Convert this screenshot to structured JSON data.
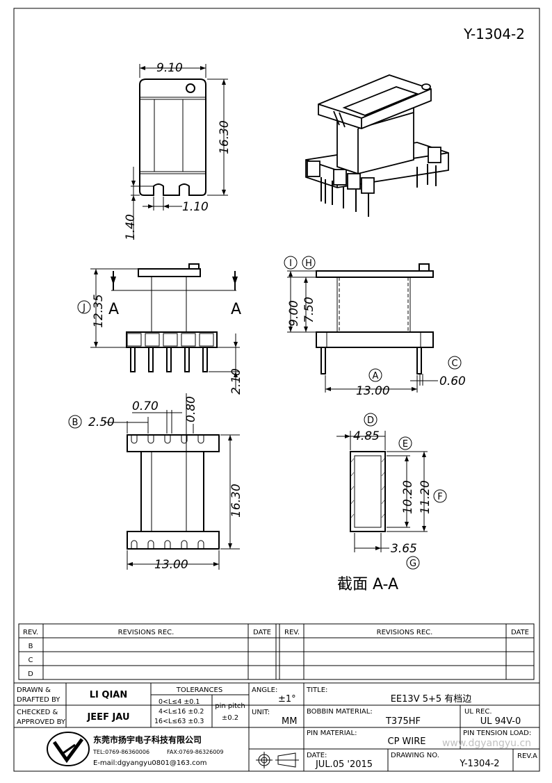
{
  "drawing_number": "Y-1304-2",
  "dims": {
    "top_width": "9.10",
    "top_height": "16.30",
    "slot_depth": "1.40",
    "slot_width": "1.10",
    "side_height": "12.35",
    "pin_len": "2.10",
    "front_h1": "9.00",
    "front_h2": "7.50",
    "front_width": "13.00",
    "pin_dia": "0.60",
    "pitch_offset": "2.50",
    "notch_w": "0.70",
    "notch_d": "0.80",
    "bottom_height": "16.30",
    "bottom_width": "13.00",
    "section_w": "4.85",
    "section_h_inner": "10.20",
    "section_h_outer": "11.20",
    "section_wall": "3.65"
  },
  "callouts": {
    "A": "A",
    "B": "B",
    "C": "C",
    "D": "D",
    "E": "E",
    "F": "F",
    "G": "G",
    "H": "H",
    "I": "I",
    "J": "J"
  },
  "section_marker": "A",
  "section_caption": "截面  A-A",
  "revisions": {
    "rev_header": "REV.",
    "revisions_header": "REVISIONS  REC.",
    "date_header": "DATE",
    "rows": [
      "B",
      "C",
      "D"
    ]
  },
  "titleblock": {
    "drawn_label": "DRAWN &\nDRAFTED BY",
    "drawn_l1": "DRAWN &",
    "drawn_l2": "DRAFTED BY",
    "drawn_value": "LI QIAN",
    "checked_l1": "CHECKED &",
    "checked_l2": "APPROVED BY",
    "checked_value": "JEEF JAU",
    "tolerances_label": "TOLERANCES",
    "tol1": "0<L≤4   ±0.1",
    "tol2": "4<L≤16  ±0.2",
    "tol3": "16<L≤63 ±0.3",
    "pin_pitch_label": "pin pitch",
    "pin_pitch_value": "±0.2",
    "angle_label": "ANGLE:",
    "angle_value": "±1°",
    "unit_label": "UNIT:",
    "unit_value": "MM",
    "title_label": "TITLE:",
    "title_value": "EE13V 5+5 有档边",
    "bobbin_label": "BOBBIN MATERIAL:",
    "bobbin_value": "T375HF",
    "ul_label": "UL REC.",
    "ul_value": "UL 94V-0",
    "pin_mat_label": "PIN MATERIAL:",
    "pin_mat_value": "CP WIRE",
    "pin_tension_label": "PIN TENSION LOAD:",
    "date_label": "DATE:",
    "date_value": "JUL.05 '2015",
    "drawing_no_label": "DRAWING NO.",
    "drawing_no_value": "Y-1304-2",
    "rev_label": "REV.A",
    "company": "东莞市扬宇电子科技有限公司",
    "tel": "TEL:0769-86360006",
    "fax": "FAX:0769-86326009",
    "email": "E-mail:dgyangyu0801@163.com",
    "watermark": "www.dgyangyu.cn"
  }
}
